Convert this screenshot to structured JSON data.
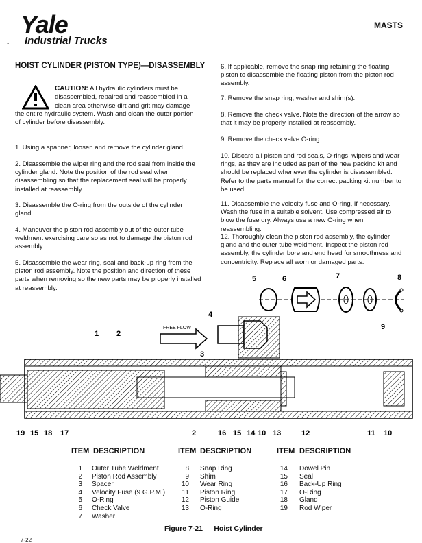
{
  "header": {
    "brand": "Yale",
    "brand_sub": "Industrial Trucks",
    "section": "MASTS",
    "mark": "-"
  },
  "heading": "HOIST CYLINDER (PISTON TYPE)—DISASSEMBLY",
  "caution": {
    "label": "CAUTION:",
    "text": "All hydraulic cylinders must be disassembled, repaired and reassembled in a clean area otherwise dirt and grit may damage the entire hydraulic system. Wash and clean the outer portion of cylinder before disassembly."
  },
  "left_steps": [
    "1.  Using a spanner, loosen and remove the cylinder gland.",
    "2.  Disassemble the wiper ring and the rod seal from inside the cylinder gland. Note the position of the rod seal when disassembling so that the replacement seal will be properly installed at reassembly.",
    "3.  Disassemble the O-ring from the outside of the cylinder gland.",
    "4.  Maneuver the piston rod assembly out of the outer tube weldment exercising care so as not to damage the piston rod assembly.",
    "5.  Disassemble the wear ring, seal and back-up ring from the piston rod assembly. Note the position and direction of these parts when removing so the new parts may be properly installed at reassembly."
  ],
  "right_steps": [
    "6.  If applicable, remove the snap ring retaining the floating piston to disassemble the floating piston from the piston rod assembly.",
    "7.  Remove the snap ring, washer and shim(s).",
    "8.  Remove the check valve. Note the direction of the arrow so that it may be properly installed at reassembly.",
    "9.  Remove the check valve O-ring.",
    "10.  Discard all piston and rod seals, O-rings, wipers and wear rings, as they are included as part of the new packing kit and should be replaced whenever the cylinder is disassembled. Refer to the parts manual for the correct packing kit number to be used.",
    "11.  Disassemble the velocity fuse and O-ring, if necessary. Wash the fuse in a suitable solvent. Use compressed air to blow the fuse dry. Always use a new O-ring when reassembling.",
    "12.  Thoroughly clean the piston rod assembly, the cylinder gland and the outer tube weldment. Inspect the piston rod assembly, the cylinder bore and end head for smoothness and concentricity. Replace all worn or damaged parts."
  ],
  "figure": {
    "free_flow": "FREE FLOW",
    "callouts_top": [
      "5",
      "6",
      "7",
      "8",
      "9",
      "4",
      "1",
      "2",
      "3"
    ],
    "callouts_bottom": [
      "19",
      "15",
      "18",
      "17",
      "2",
      "16",
      "15",
      "14",
      "10",
      "13",
      "12",
      "11",
      "10"
    ]
  },
  "table": {
    "col_item": "ITEM",
    "col_desc": "DESCRIPTION",
    "items": [
      {
        "n": "1",
        "d": "Outer Tube Weldment"
      },
      {
        "n": "2",
        "d": "Piston Rod Assembly"
      },
      {
        "n": "3",
        "d": "Spacer"
      },
      {
        "n": "4",
        "d": "Velocity Fuse (9 G.P.M.)"
      },
      {
        "n": "5",
        "d": "O-Ring"
      },
      {
        "n": "6",
        "d": "Check Valve"
      },
      {
        "n": "7",
        "d": "Washer"
      },
      {
        "n": "8",
        "d": "Snap Ring"
      },
      {
        "n": "9",
        "d": "Shim"
      },
      {
        "n": "10",
        "d": "Wear Ring"
      },
      {
        "n": "11",
        "d": "Piston Ring"
      },
      {
        "n": "12",
        "d": "Piston Guide"
      },
      {
        "n": "13",
        "d": "O-Ring"
      },
      {
        "n": "14",
        "d": "Dowel Pin"
      },
      {
        "n": "15",
        "d": "Seal"
      },
      {
        "n": "16",
        "d": "Back-Up Ring"
      },
      {
        "n": "17",
        "d": "O-Ring"
      },
      {
        "n": "18",
        "d": "Gland"
      },
      {
        "n": "19",
        "d": "Rod Wiper"
      }
    ]
  },
  "caption": "Figure 7-21 — Hoist Cylinder",
  "page_number": "7-22"
}
